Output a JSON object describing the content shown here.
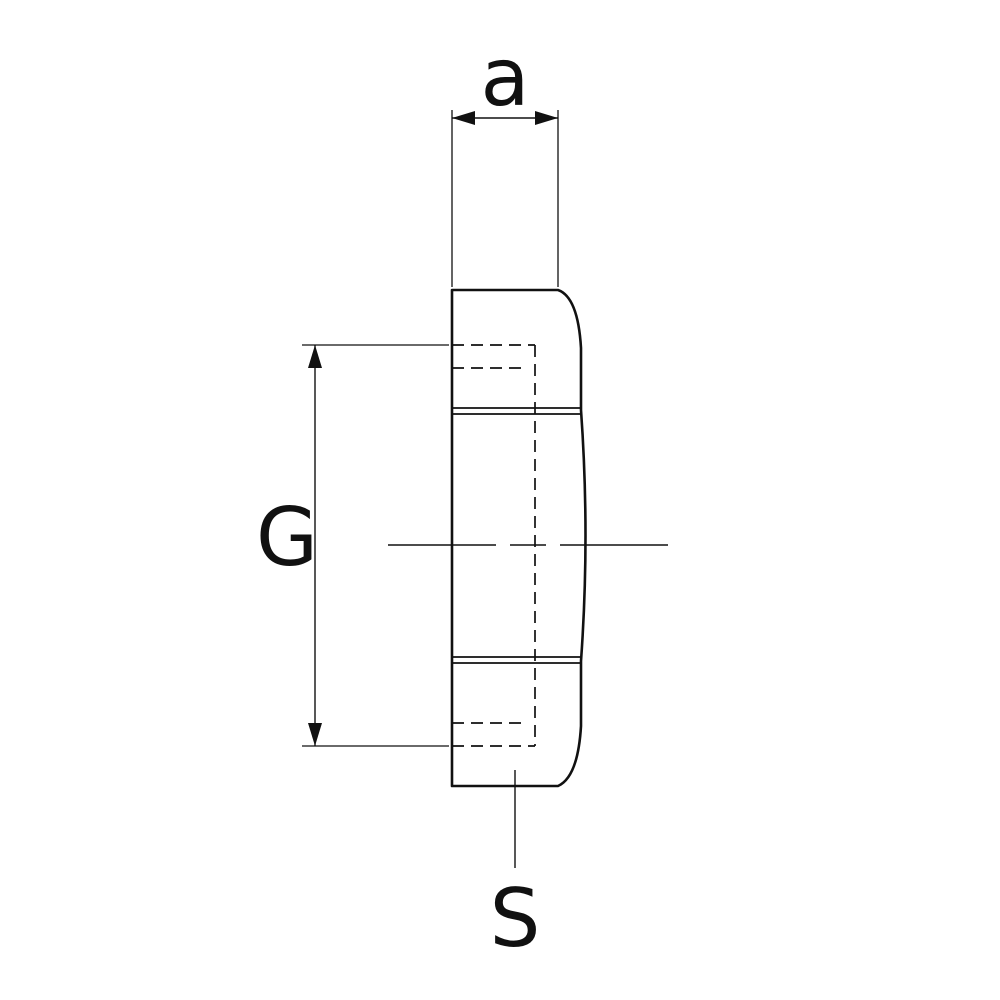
{
  "drawing": {
    "labels": {
      "thickness": "a",
      "thread_size": "G",
      "width_across_flats": "S"
    },
    "colors": {
      "line": "#111111",
      "background": "#ffffff"
    }
  }
}
